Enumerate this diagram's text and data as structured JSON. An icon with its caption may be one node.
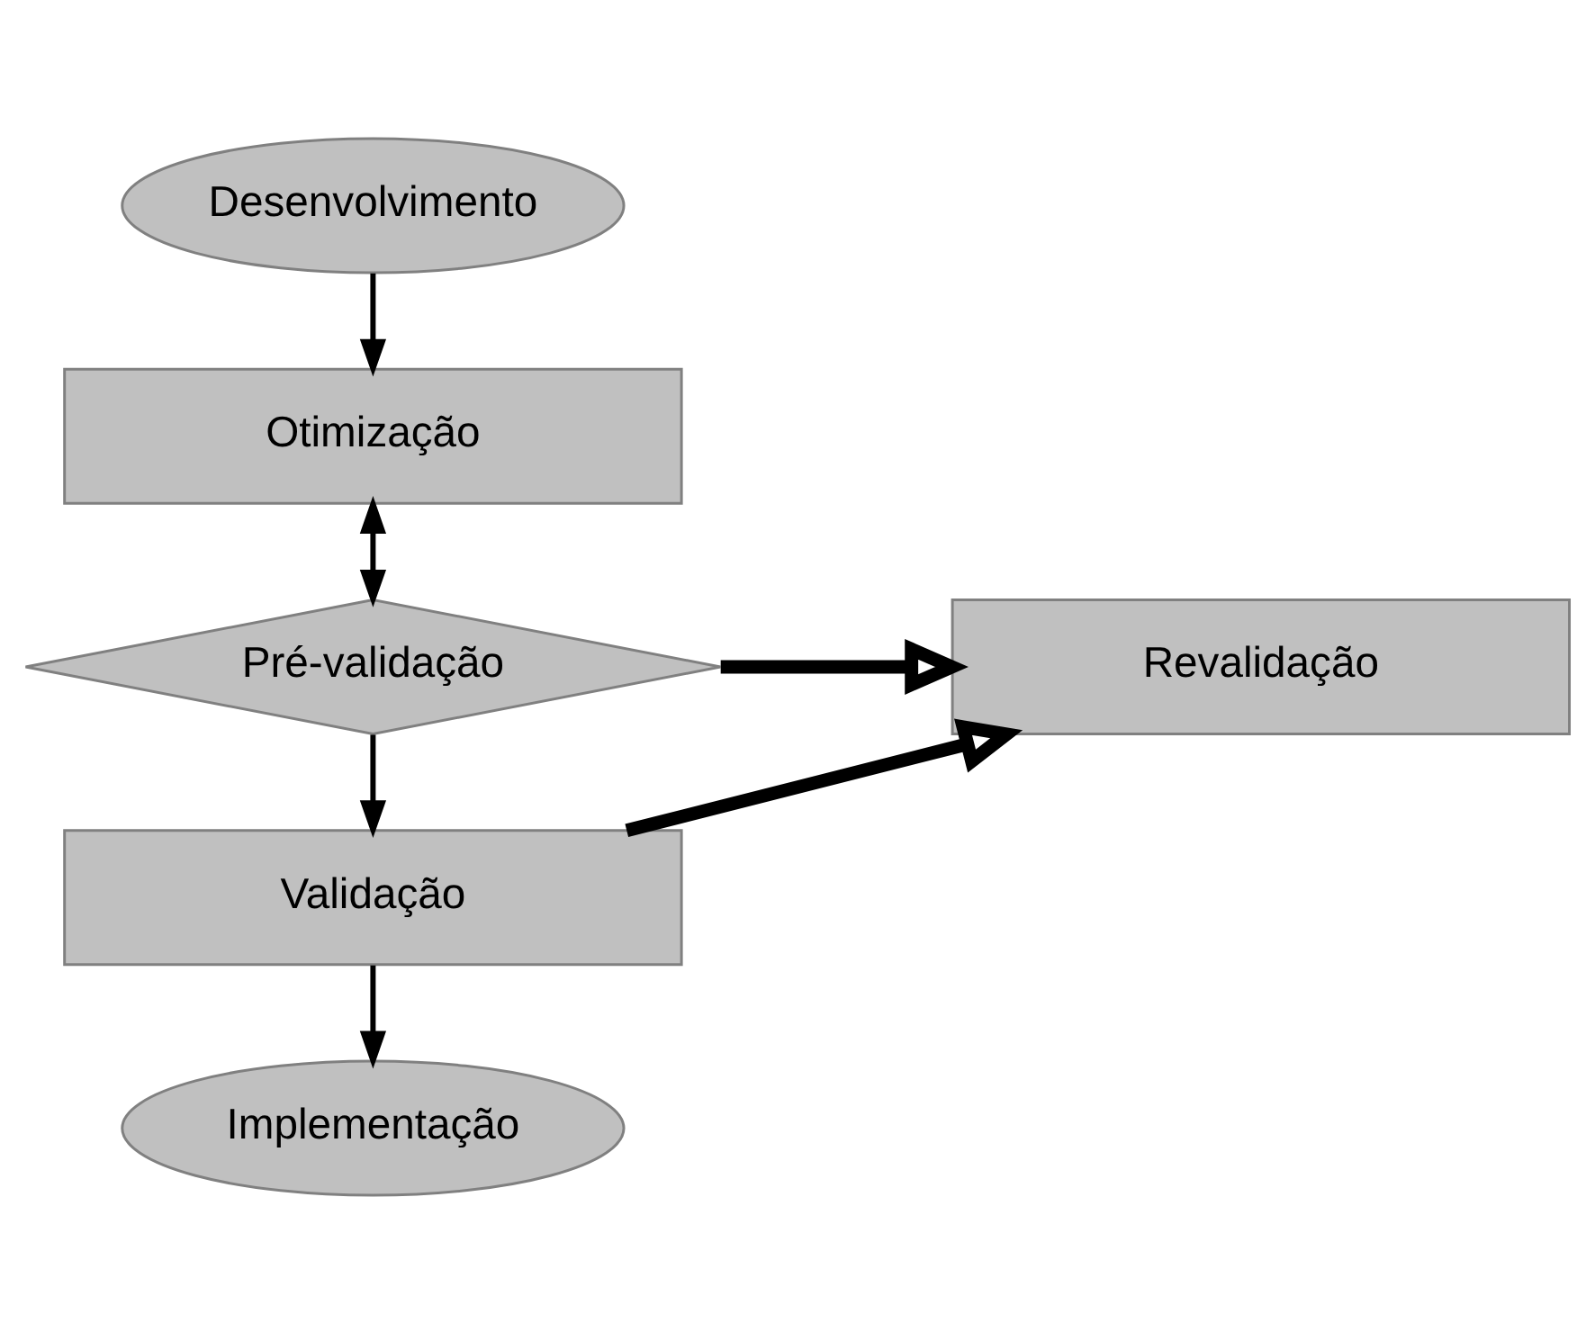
{
  "diagram": {
    "nodes": [
      {
        "text": [
          "Desenvolvimento"
        ]
      },
      {
        "text": [
          "Otimização"
        ]
      },
      {
        "text": [
          "Pré-validação"
        ]
      },
      {
        "text": [
          "Revalidação"
        ]
      },
      {
        "text": [
          "Validação"
        ]
      },
      {
        "text": [
          "Implementação"
        ]
      }
    ],
    "edges": [
      {
        "from": 0,
        "to": 1,
        "arrow": "to"
      },
      {
        "from": 1,
        "to": 2,
        "arrow": "both"
      },
      {
        "from": 2,
        "to": 3,
        "arrow": "to",
        "style": "thick"
      },
      {
        "from": 2,
        "to": 4,
        "arrow": "to"
      },
      {
        "from": 4,
        "to": 3,
        "arrow": "to",
        "style": "thick"
      },
      {
        "from": 4,
        "to": 5,
        "arrow": "to"
      }
    ]
  }
}
